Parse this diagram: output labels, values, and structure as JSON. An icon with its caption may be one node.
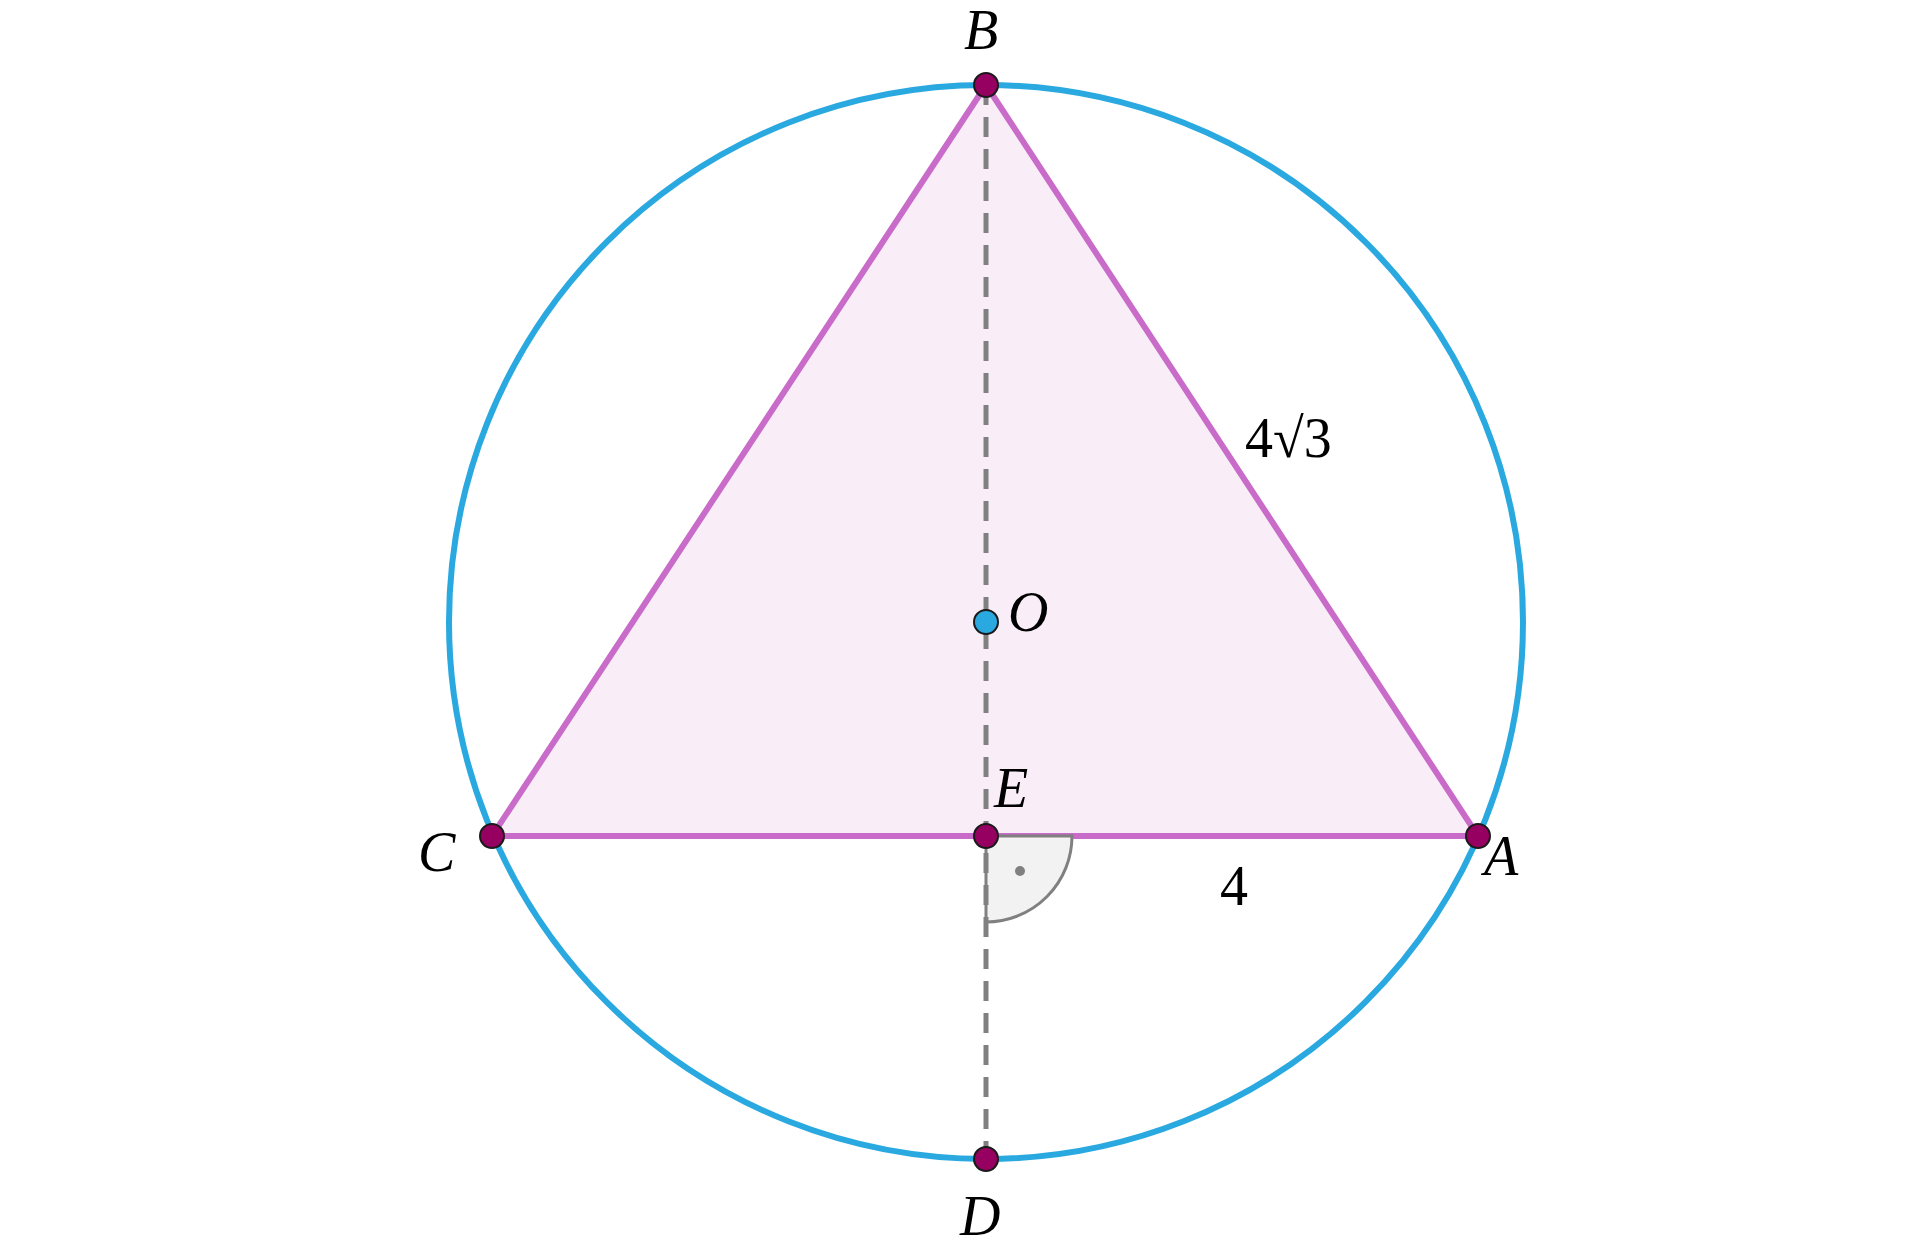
{
  "diagram": {
    "labels": [
      "B",
      "4√3",
      "O",
      "E",
      "C",
      "A",
      "4",
      "D"
    ]
  }
}
